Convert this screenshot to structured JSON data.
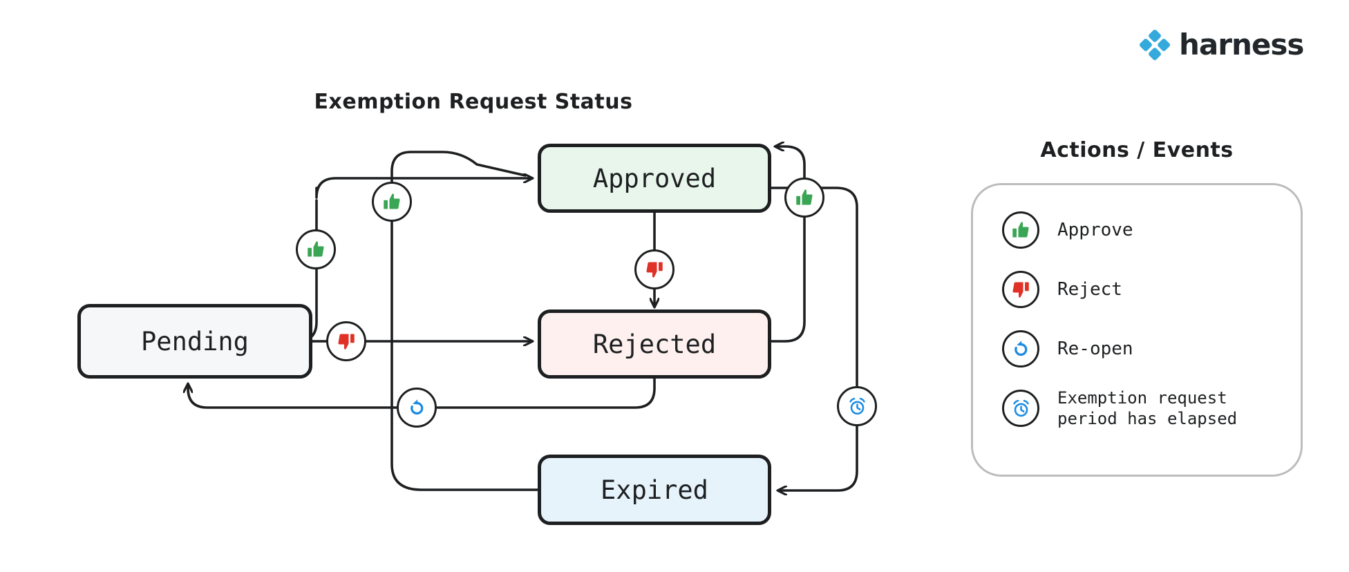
{
  "brand": {
    "logo_icon": "harness-diamond-logo-icon",
    "name": "harness",
    "accent_color": "#33A9DC"
  },
  "diagram": {
    "title": "Exemption Request Status",
    "type": "state-machine",
    "nodes": [
      {
        "id": "pending",
        "label": "Pending",
        "fill": "#f6f7f9",
        "border": "#1d1f21"
      },
      {
        "id": "approved",
        "label": "Approved",
        "fill": "#e8f6ec",
        "border": "#1d1f21"
      },
      {
        "id": "rejected",
        "label": "Rejected",
        "fill": "#fdf0ee",
        "border": "#1d1f21"
      },
      {
        "id": "expired",
        "label": "Expired",
        "fill": "#e6f3fb",
        "border": "#1d1f21"
      }
    ],
    "transitions": [
      {
        "from": "pending",
        "to": "approved",
        "action": "approve",
        "icon": "thumbs-up-icon"
      },
      {
        "from": "pending",
        "to": "rejected",
        "action": "reject",
        "icon": "thumbs-down-icon"
      },
      {
        "from": "approved",
        "to": "rejected",
        "action": "reject",
        "icon": "thumbs-down-icon"
      },
      {
        "from": "rejected",
        "to": "approved",
        "action": "approve",
        "icon": "thumbs-up-icon"
      },
      {
        "from": "rejected",
        "to": "pending",
        "action": "re-open",
        "icon": "re-open-icon"
      },
      {
        "from": "expired",
        "to": "approved",
        "action": "approve",
        "icon": "thumbs-up-icon"
      },
      {
        "from": "approved",
        "to": "expired",
        "action": "exemption-period-elapsed",
        "icon": "alarm-clock-icon"
      }
    ]
  },
  "legend": {
    "title": "Actions / Events",
    "items": [
      {
        "icon": "thumbs-up-icon",
        "label": "Approve",
        "color": "#3aa655"
      },
      {
        "icon": "thumbs-down-icon",
        "label": "Reject",
        "color": "#e03127"
      },
      {
        "icon": "re-open-icon",
        "label": "Re-open",
        "color": "#1c8ce3"
      },
      {
        "icon": "alarm-clock-icon",
        "label": "Exemption request\nperiod has elapsed",
        "color": "#1c8ce3"
      }
    ]
  }
}
